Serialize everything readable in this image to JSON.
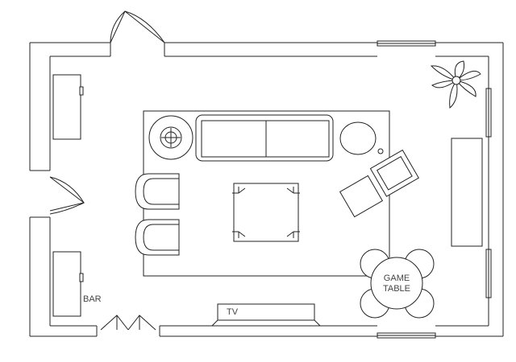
{
  "labels": {
    "bar": "BAR",
    "tv": "TV",
    "game_line1": "GAME",
    "game_line2": "TABLE"
  }
}
